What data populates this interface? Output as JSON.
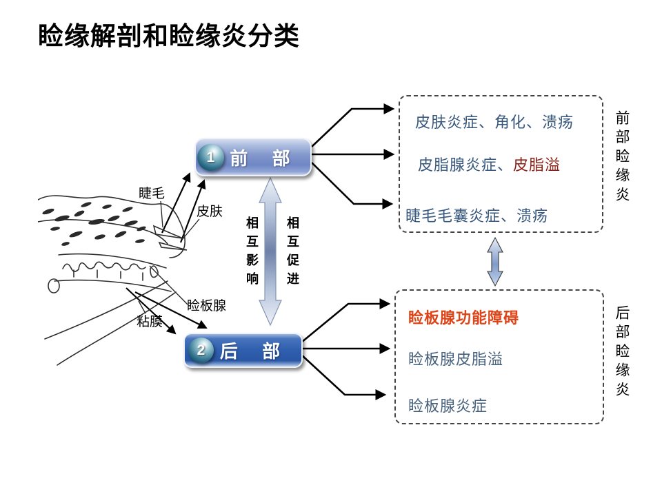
{
  "title": "睑缘解剖和睑缘炎分类",
  "colors": {
    "navy_text": "#37577d",
    "dark_red_text": "#8e1e14",
    "orange_text": "#dd4418",
    "steel_text": "#46607c",
    "anterior_button_blue": "#7d93cb",
    "posterior_button_blue": "#2f5fae",
    "arrow_black": "#000000",
    "double_arrow_mid_blue": "#6d80a8"
  },
  "anatomy_labels": {
    "lashes": "睫毛",
    "skin": "皮肤",
    "meibomian_gland": "睑板腺",
    "mucosa": "粘膜"
  },
  "anterior_node": {
    "number": "1",
    "label": "前 部"
  },
  "posterior_node": {
    "number": "2",
    "label": "后 部"
  },
  "relation_labels": {
    "influence": "相互影响",
    "promote": "相互促进"
  },
  "anterior_box": {
    "line1": "皮肤炎症、角化、溃疡",
    "line2_main": "皮脂腺炎症、",
    "line2_highlight": "皮脂溢",
    "line3": "睫毛毛囊炎症、溃疡"
  },
  "posterior_box": {
    "line1": "睑板腺功能障碍",
    "line2": "睑板腺皮脂溢",
    "line3": "睑板腺炎症"
  },
  "side_labels": {
    "anterior": "前部睑缘炎",
    "posterior": "后部睑缘炎"
  }
}
